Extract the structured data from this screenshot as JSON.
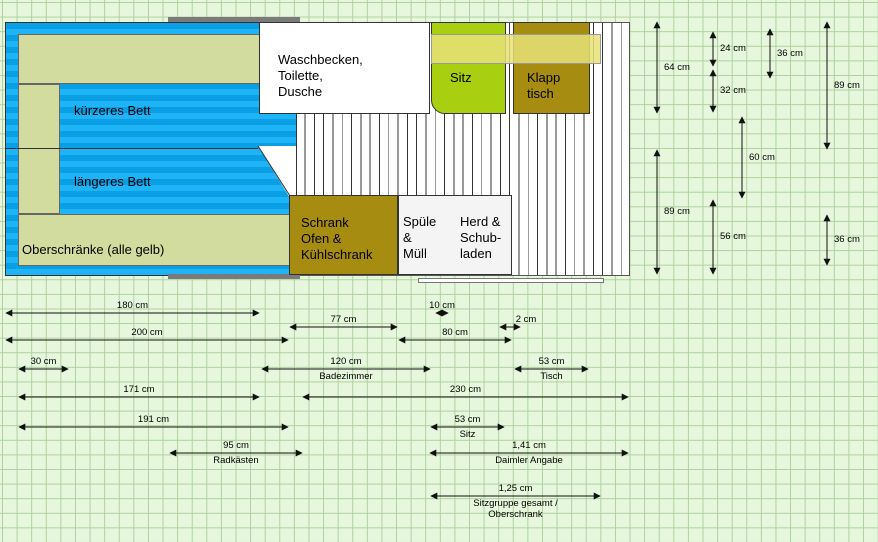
{
  "rooms": {
    "bathroom": "Waschbecken,\nToilette,\nDusche",
    "seat": "Sitz",
    "table": "Klapp\ntisch",
    "short_bed": "kürzeres Bett",
    "long_bed": "längeres Bett",
    "overhead": "Oberschränke (alle gelb)",
    "cabinet": "Schrank\nOfen &\nKühlschrank",
    "sink": "Spüle\n&\nMüll",
    "stove": "Herd &\nSchub-\nladen"
  },
  "horizontal_dims": [
    {
      "value": "180 cm",
      "sub": ""
    },
    {
      "value": "200 cm",
      "sub": ""
    },
    {
      "value": "30 cm",
      "sub": ""
    },
    {
      "value": "171 cm",
      "sub": ""
    },
    {
      "value": "191 cm",
      "sub": ""
    },
    {
      "value": "95 cm",
      "sub": "Radkästen"
    },
    {
      "value": "77 cm",
      "sub": ""
    },
    {
      "value": "120 cm",
      "sub": "Badezimmer"
    },
    {
      "value": "80 cm",
      "sub": ""
    },
    {
      "value": "10 cm",
      "sub": ""
    },
    {
      "value": "2 cm",
      "sub": ""
    },
    {
      "value": "53 cm",
      "sub": "Tisch"
    },
    {
      "value": "230 cm",
      "sub": ""
    },
    {
      "value": "53 cm",
      "sub": "Sitz"
    },
    {
      "value": "1,41 cm",
      "sub": "Daimler Angabe"
    },
    {
      "value": "1,25 cm",
      "sub": "Sitzgruppe gesamt /\nOberschrank"
    }
  ],
  "vertical_dims": [
    {
      "value": "64 cm"
    },
    {
      "value": "24 cm"
    },
    {
      "value": "36 cm"
    },
    {
      "value": "89 cm"
    },
    {
      "value": "32 cm"
    },
    {
      "value": "60 cm"
    },
    {
      "value": "89 cm"
    },
    {
      "value": "56 cm"
    },
    {
      "value": "36 cm"
    }
  ],
  "colors": {
    "bed_blue": "#0aa8ee",
    "overhead_yellow": "#d2dc9e",
    "cabinet_olive": "#a68c10",
    "seat_green": "#a8d010",
    "floor_white": "#ffffff"
  }
}
